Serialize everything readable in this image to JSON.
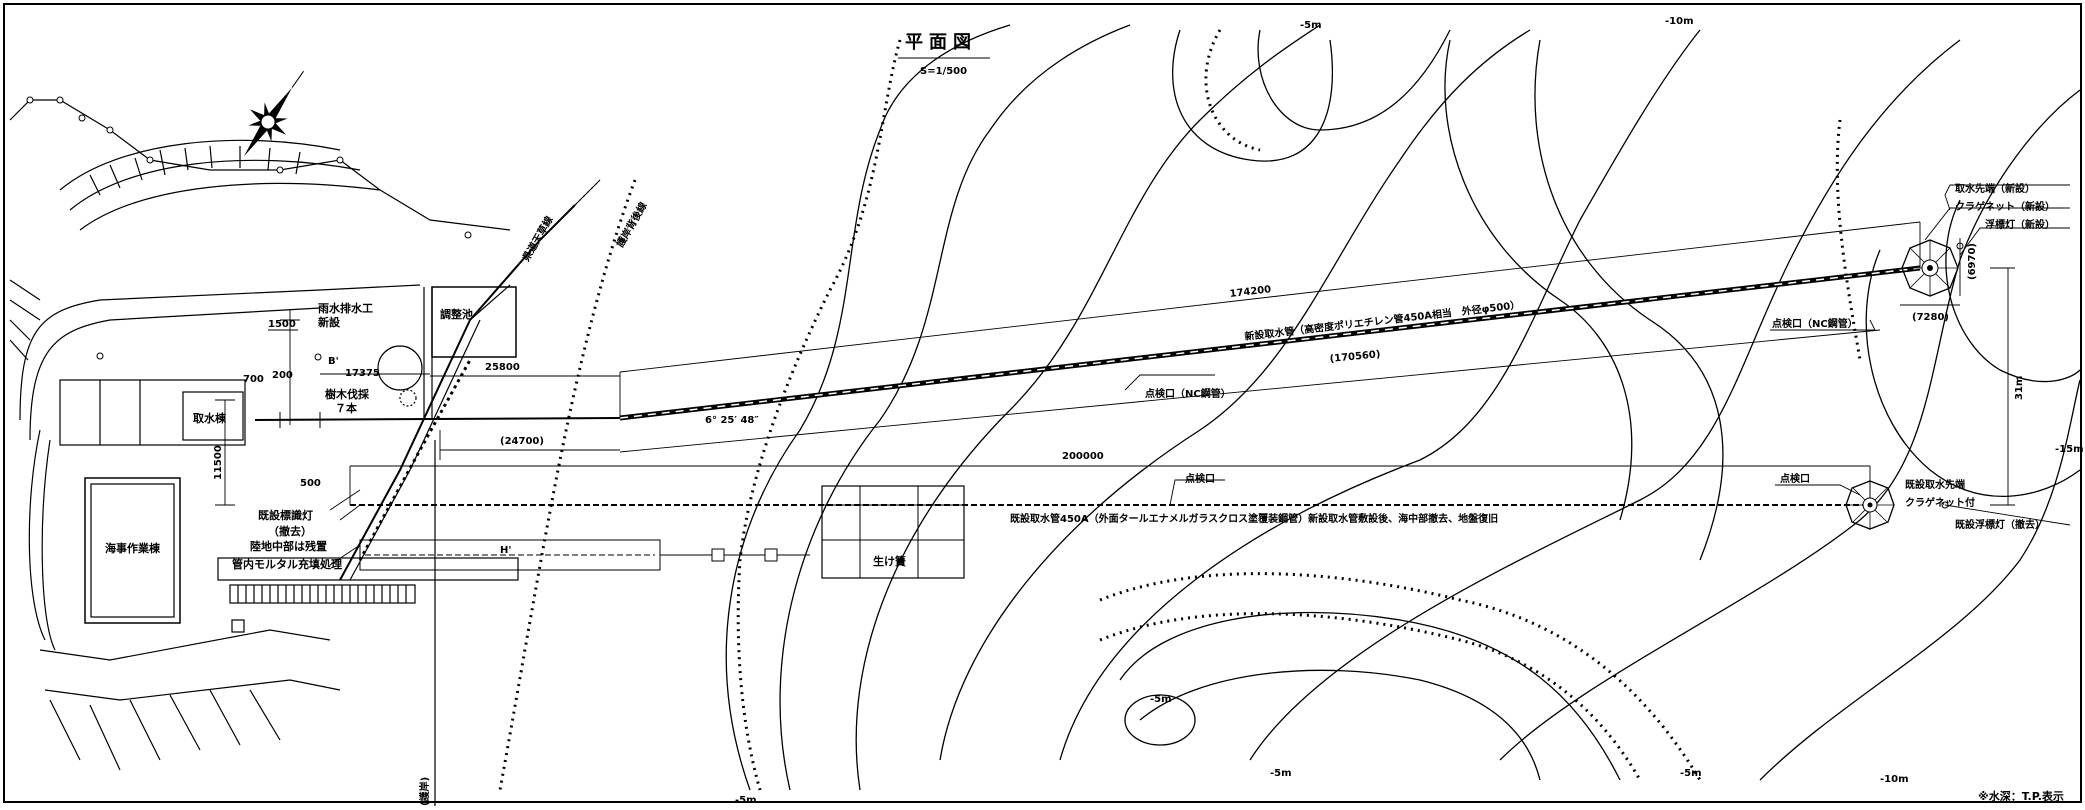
{
  "drawing": {
    "title": "平面図",
    "scale": "S=1/500",
    "note": "※水深：T.P.表示"
  },
  "depth_labels": [
    "-5m",
    "-10m",
    "-15m",
    "-5m",
    "-5m",
    "-5m",
    "-10m",
    "-5m"
  ],
  "structures": {
    "water_intake_building": "取水棟",
    "marine_office": "海事作業棟",
    "regulating_pond": "調整池",
    "fish_pen": "生け簀",
    "rain_drain": "雨水排水工",
    "rain_drain_new": "新設",
    "tree_cut": "樹木伐採",
    "tree_count": "７本",
    "existing_lamp": "既設標識灯",
    "existing_lamp_removed": "（撤去）",
    "land_part_remain": "陸地中部は残置",
    "mortar_fill": "管内モルタル充填処理"
  },
  "pipes": {
    "new_pipe": "新設取水管（高密度ポリエチレン管450A相当　外径φ500）",
    "existing_pipe": "既設取水管450A（外面タールエナメルガラスクロス塗覆装鋼管）新設取水管敷設後、海中部撤去、地盤復旧",
    "inspection_nc_1": "点検口（NC鋼管）",
    "inspection_nc_2": "点検口（NC鋼管）",
    "inspection_1": "点検口",
    "inspection_2": "点検口"
  },
  "ends": {
    "new_intake": "取水先端（新設）",
    "new_net": "クラゲネット（新設）",
    "new_float_lamp": "浮標灯（新設）",
    "existing_intake": "既設取水先端",
    "existing_net": "クラゲネット付",
    "existing_float_lamp": "既設浮標灯（撤去）"
  },
  "dimensions": {
    "d174200": "174200",
    "d170560": "(170560)",
    "d200000": "200000",
    "d25800": "25800",
    "d24700": "(24700)",
    "d17375": "17375",
    "d1500": "1500",
    "d700": "700",
    "d200": "200",
    "d500": "500",
    "d11500": "11500",
    "d7280": "(7280)",
    "d31m": "31m",
    "d6970": "(6970)",
    "angle": "6° 25′ 48″",
    "pt_b": "B'",
    "pt_h": "H'"
  },
  "side_labels": {
    "road_a": "県道天草線",
    "road_b": "護岸背後線",
    "road_c": "(護岸)"
  }
}
